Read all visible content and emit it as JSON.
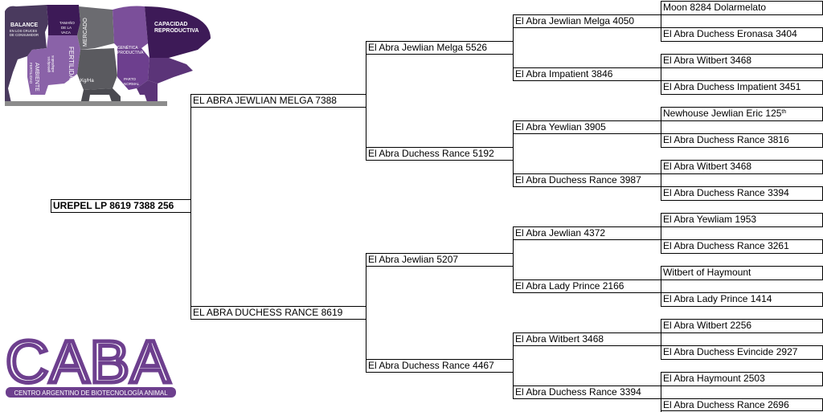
{
  "root": "UREPEL LP 8619 7388 256",
  "gen1": {
    "sire": "EL ABRA JEWLIAN MELGA 7388",
    "dam": "EL ABRA DUCHESS RANCE 8619"
  },
  "gen2": [
    "El Abra Jewlian Melga 5526",
    "El Abra Duchess Rance 5192",
    "El Abra Jewlian 5207",
    "El Abra Duchess Rance 4467"
  ],
  "gen3": [
    "El Abra Jewlian Melga 4050",
    "El Abra Impatient 3846",
    "El Abra Yewlian 3905",
    "El Abra Duchess Rance 3987",
    "El Abra Jewlian 4372",
    "El Abra Lady Prince 2166",
    "El Abra Witbert 3468",
    "El Abra Duchess Rance 3394"
  ],
  "gen4": [
    "Moon 8284 Dolarmelato",
    "El Abra Duchess Eronasa 3404",
    "El Abra Witbert 3468",
    "El Abra Duchess Impatient 3451",
    "Newhouse Jewlian Eric 125",
    "El Abra Duchess Rance 3816",
    "El Abra Witbert 3468",
    "El Abra Duchess Rance 3394",
    "El Abra Yewliam 1953",
    "El Abra Duchess Rance 3261",
    "Witbert of Haymount",
    "El Abra Lady Prince 1414",
    "El Abra Witbert 2256",
    "El Abra Duchess Evincide 2927",
    "El Abra Haymount 2503",
    "El Abra Duchess Rance 2696"
  ],
  "gen4_sup": "th",
  "logo_top": {
    "labels": {
      "balance": "BALANCE",
      "balance_sub1": "EN LOS CRUCES",
      "balance_sub2": "DE CONSUMIDOR",
      "tamano1": "TAMAÑO",
      "tamano2": "DE LA",
      "tamano3": "VACA",
      "capacidad1": "CAPACIDAD",
      "capacidad2": "REPRODUCTIVA",
      "mercado": "MERCADO",
      "fertilidad": "FERTILIDAD",
      "ambiente": "AMBIENTE",
      "ambiente_sub": "FERTILIDAD",
      "genetica1": "GENÉTICA",
      "genetica2": "PRODUCTIVA",
      "kgha": "Kg/Ha",
      "parto1": "PARTO",
      "parto2": "NORMAL",
      "adaptados1": "genotipos",
      "adaptados2": "adaptados"
    }
  },
  "logo_caba": {
    "wordmark": "CABA",
    "tagline": "CENTRO ARGENTINO DE BIOTECNOLOGÍA ANIMAL"
  },
  "colors": {
    "purple_dark": "#3d1a57",
    "purple_mid": "#6d3f8e",
    "purple_light": "#8a62a8",
    "grey_dark": "#5a5a5f",
    "grey_mid": "#7b7b80",
    "grey_band": "#8c8c8c"
  }
}
